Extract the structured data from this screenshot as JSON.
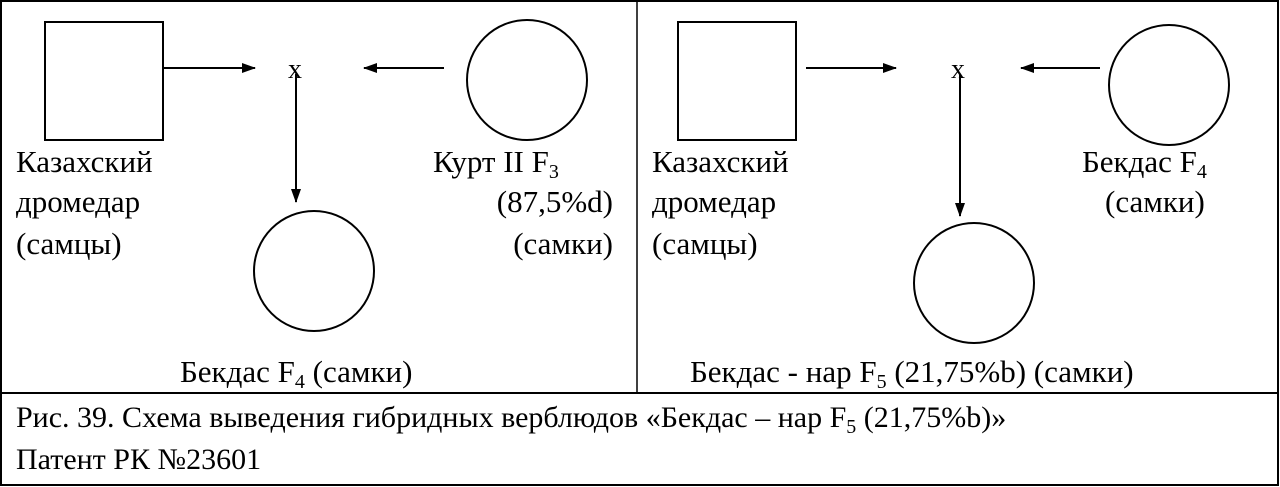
{
  "left_panel": {
    "cross_symbol": "x",
    "male_label": [
      "Казахский",
      "дромедар",
      "(самцы)"
    ],
    "female_label": {
      "line1": "Курт II F",
      "line1_sub": "3",
      "line2": "(87,5%d)",
      "line3": "(самки)"
    },
    "offspring_label": {
      "prefix": "Бекдас F",
      "sub": "4",
      "suffix": " (самки)"
    }
  },
  "right_panel": {
    "cross_symbol": "x",
    "male_label": [
      "Казахский",
      "дромедар",
      "(самцы)"
    ],
    "female_label": {
      "line1": "Бекдас F",
      "line1_sub": "4",
      "line2": "(самки)"
    },
    "offspring_label": {
      "prefix": "Бекдас - нар F",
      "sub": "5",
      "suffix": " (21,75%b) (самки)"
    }
  },
  "caption": {
    "line1_prefix": "Рис. 39. Схема выведения гибридных верблюдов «Бекдас – нар F",
    "line1_sub": "5",
    "line1_suffix": " (21,75%b)»",
    "line2": "Патент РК №23601"
  }
}
